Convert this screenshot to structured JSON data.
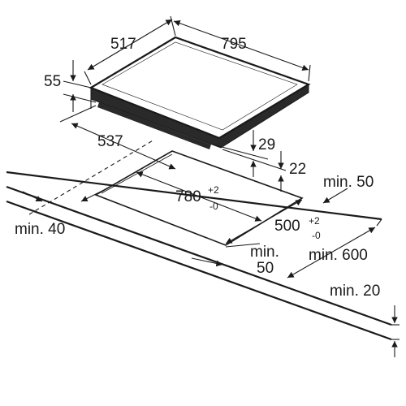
{
  "diagram": {
    "colors": {
      "line": "#1a1a1a",
      "hob_side": "#2a2a2a",
      "background": "#ffffff"
    },
    "dimensions": {
      "hob_depth": "517",
      "hob_width": "795",
      "hob_thickness": "55",
      "front_offset": "537",
      "glass_overhang": "29",
      "cutout_edge": "22",
      "countertop_right_min": "min. 50",
      "countertop_front_min": "min. 40",
      "cutout_width": "780",
      "cutout_width_tol_plus": "+2",
      "cutout_width_tol_minus": "-0",
      "cutout_depth": "500",
      "cutout_depth_tol_plus": "+2",
      "cutout_depth_tol_minus": "-0",
      "back_clearance_label": "min.",
      "back_clearance_value": "50",
      "worktop_depth_min": "min. 600",
      "worktop_thickness_min": "min. 20"
    }
  }
}
